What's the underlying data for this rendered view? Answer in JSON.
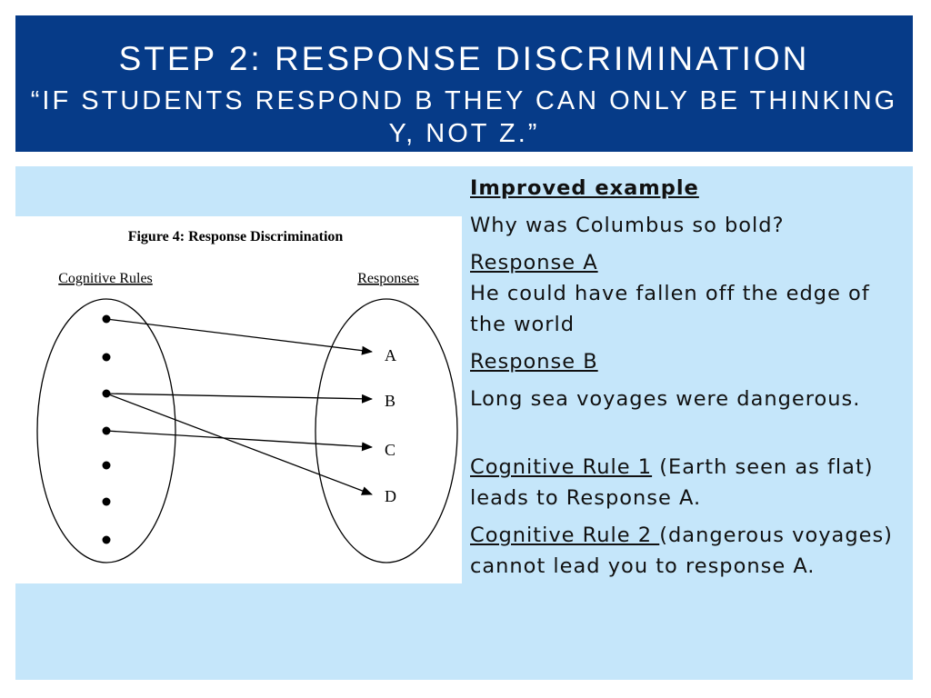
{
  "header": {
    "title": "Step 2: Response Discrimination",
    "subtitle": "“If students respond B they can only be thinking Y, not Z.”"
  },
  "figure": {
    "caption": "Figure 4: Response Discrimination",
    "left_label": "Cognitive Rules",
    "right_label": "Responses",
    "responses": [
      "A",
      "B",
      "C",
      "D"
    ]
  },
  "content": {
    "heading": "Improved example",
    "question": "Why was Columbus so bold?",
    "response_a_label": "Response A",
    "response_a_text": "He could have fallen off the edge of the world",
    "response_b_label": "Response B",
    "response_b_text": "Long sea voyages were dangerous.",
    "rule1_label": "Cognitive Rule 1",
    "rule1_text": " (Earth seen as flat) leads to Response A.",
    "rule2_label": "Cognitive Rule 2 ",
    "rule2_text": "(dangerous voyages) cannot lead you to response A."
  }
}
